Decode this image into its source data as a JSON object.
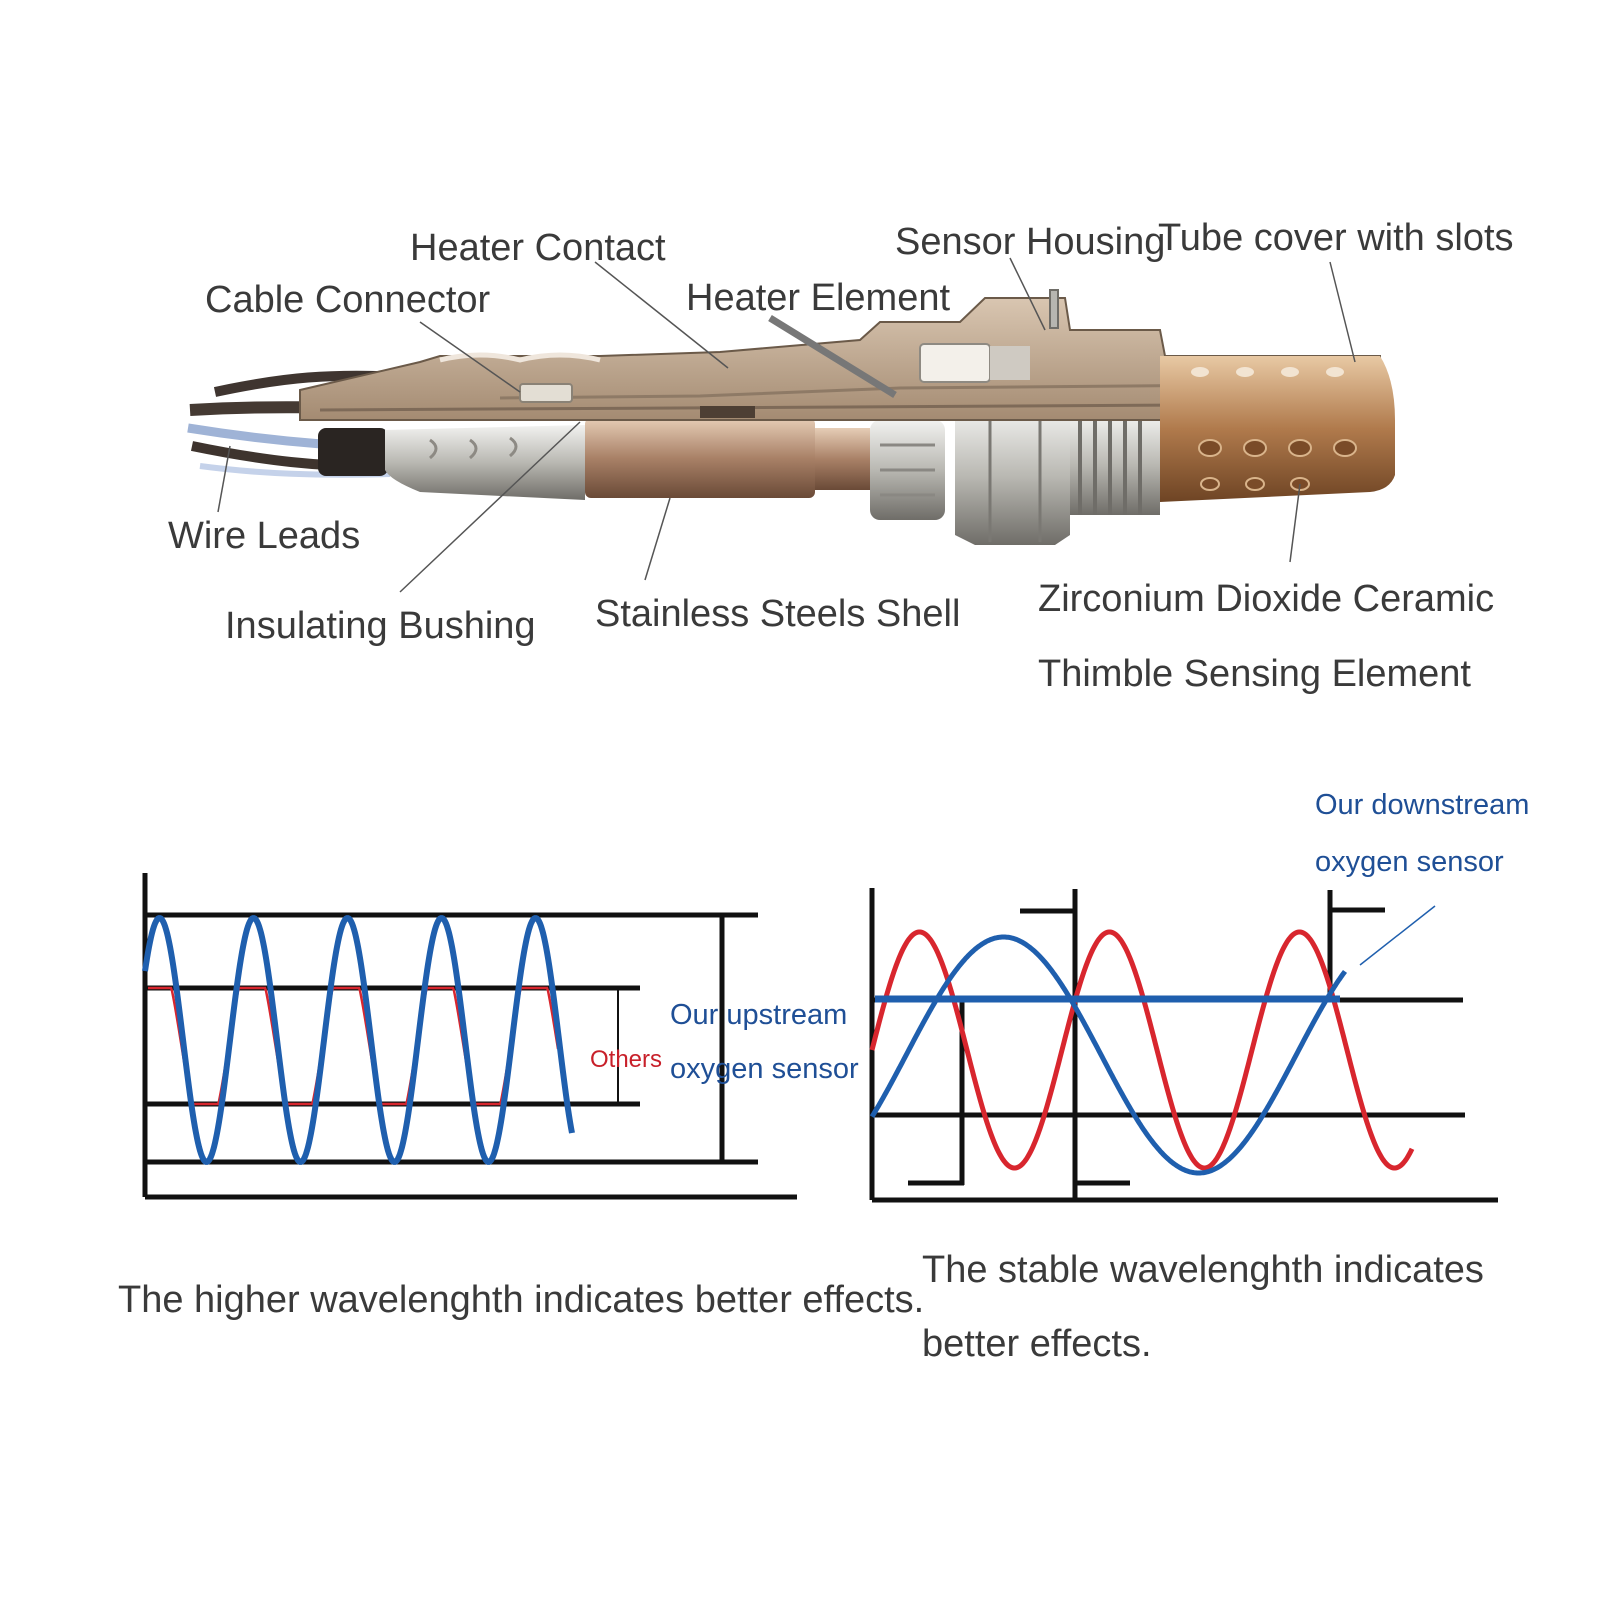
{
  "sensor_diagram": {
    "labels": {
      "heater_contact": "Heater Contact",
      "cable_connector": "Cable Connector",
      "heater_element": "Heater Element",
      "sensor_housing": "Sensor Housing",
      "tube_cover": "Tube cover with slots",
      "wire_leads": "Wire Leads",
      "insulating_bushing": "Insulating Bushing",
      "stainless_shell": "Stainless Steels Shell",
      "zirconium_line1": "Zirconium Dioxide Ceramic",
      "zirconium_line2": "Thimble Sensing Element"
    }
  },
  "upstream_chart": {
    "series_blue_label_line1": "Our upstream",
    "series_blue_label_line2": "oxygen sensor",
    "series_red_label": "Others",
    "caption": "The higher wavelenghth indicates better effects."
  },
  "downstream_chart": {
    "series_blue_label_line1": "Our downstream",
    "series_blue_label_line2": "oxygen sensor",
    "caption_line1": "The stable wavelenghth indicates",
    "caption_line2": "better effects."
  },
  "colors": {
    "blue": "#1f5fae",
    "red": "#d8262e",
    "label_blue": "#1f4f96",
    "label_red": "#c8202a",
    "metal": "#b9a38c",
    "copper": "#b07a4c"
  }
}
